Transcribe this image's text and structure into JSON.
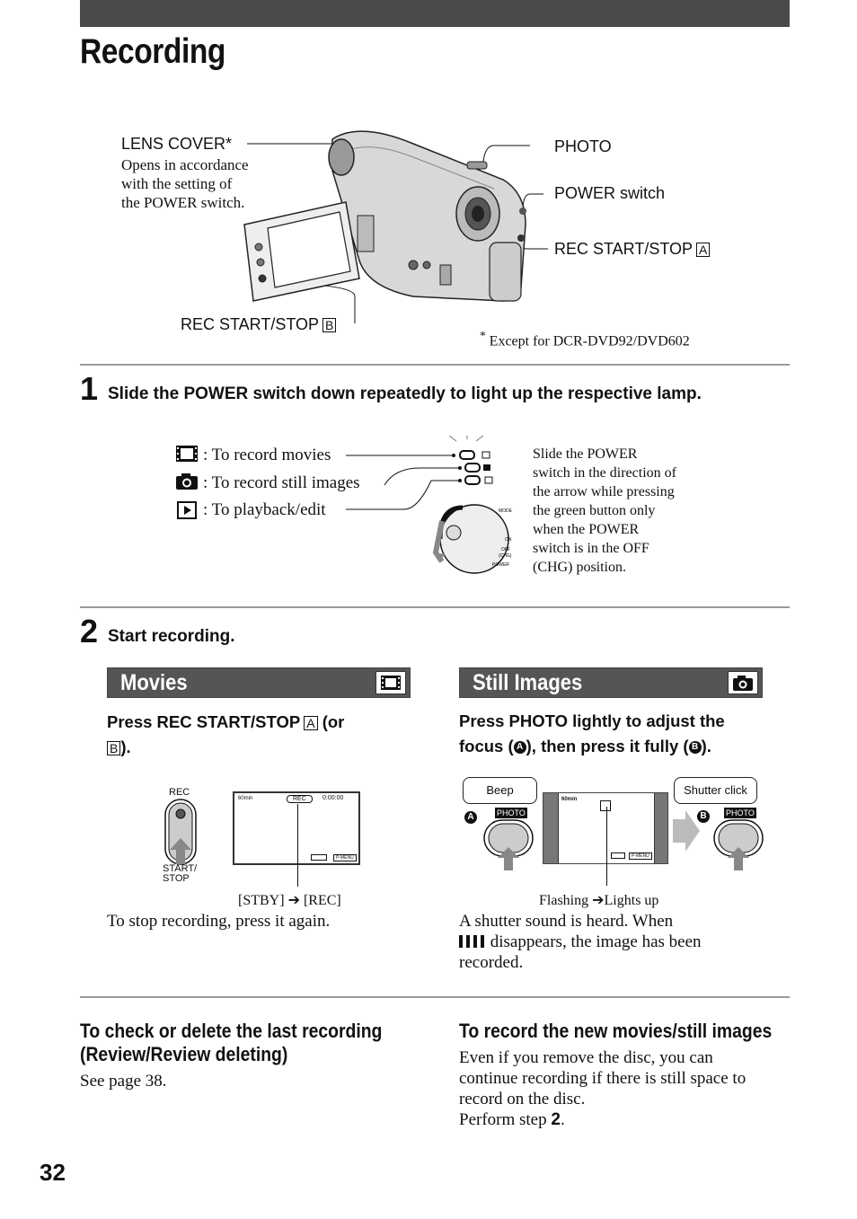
{
  "page": {
    "title": "Recording",
    "page_number": "32"
  },
  "camera_diagram": {
    "lens_cover_label": "LENS COVER*",
    "lens_cover_desc_1": "Opens in accordance",
    "lens_cover_desc_2": "with the setting of",
    "lens_cover_desc_3": "the POWER switch.",
    "photo_label": "PHOTO",
    "power_switch_label": "POWER switch",
    "rec_start_stop_a_label": "REC START/STOP",
    "rec_start_stop_a_box": "A",
    "rec_start_stop_b_label": "REC START/STOP",
    "rec_start_stop_b_box": "B",
    "footnote_mark": "*",
    "footnote_text": "Except for DCR-DVD92/DVD602"
  },
  "step1": {
    "number": "1",
    "instruction": "Slide the POWER switch down repeatedly to light up the respective lamp.",
    "modes": [
      {
        "icon": "film-icon",
        "text": ": To record movies"
      },
      {
        "icon": "camera-icon",
        "text": ": To record still images"
      },
      {
        "icon": "play-icon",
        "text": ": To playback/edit"
      }
    ],
    "switch_labels": {
      "mode": "MODE",
      "on": "ON",
      "off": "OFF",
      "chg": "(CHG)",
      "power": "POWER"
    },
    "note_lines": [
      "Slide the POWER",
      "switch in the direction of",
      "the arrow while pressing",
      "the green button only",
      "when the POWER",
      "switch is in the OFF",
      "(CHG) position."
    ]
  },
  "step2": {
    "number": "2",
    "instruction": "Start recording."
  },
  "movies": {
    "tab_title": "Movies",
    "instruction_1": "Press REC START/STOP",
    "instruction_box_a": "A",
    "instruction_or": "(or",
    "instruction_box_b": "B",
    "instruction_end": ").",
    "button_top_label": "REC",
    "button_bottom_label_1": "START/",
    "button_bottom_label_2": "STOP",
    "screen_left_top": "60min",
    "screen_rec": "REC",
    "screen_time": "0:00:00",
    "screen_p_menu": "P-MENU",
    "screen_caption_stby": "[STBY]",
    "screen_caption_arrow": "➔",
    "screen_caption_rec": "[REC]",
    "stop_note": "To stop recording, press it again."
  },
  "still_images": {
    "tab_title": "Still Images",
    "instruction_line1": "Press PHOTO lightly to adjust the",
    "instruction_line2_a": "focus (",
    "instruction_circle_a": "A",
    "instruction_line2_b": "), then press it fully (",
    "instruction_circle_b": "B",
    "instruction_line2_c": ").",
    "beep_label": "Beep",
    "shutter_label": "Shutter click",
    "photo_button_label": "PHOTO",
    "circle_a": "A",
    "circle_b": "B",
    "screen_left_top": "60min",
    "screen_p_menu": "P-MENU",
    "caption_flashing": "Flashing",
    "caption_arrow": "➔",
    "caption_lights": "Lights up",
    "note_line1": "A shutter sound is heard. When",
    "note_line2": "disappears, the image has been",
    "note_line3": "recorded."
  },
  "check_section": {
    "heading_1": "To check or delete the last recording",
    "heading_2": "(Review/Review deleting)",
    "body": "See page 38."
  },
  "record_new_section": {
    "heading": "To record the new movies/still images",
    "line1": "Even if you remove the disc, you can",
    "line2": "continue recording if there is still space to",
    "line3": "record on the disc.",
    "line4_prefix": "Perform step ",
    "line4_step": "2",
    "line4_suffix": "."
  }
}
